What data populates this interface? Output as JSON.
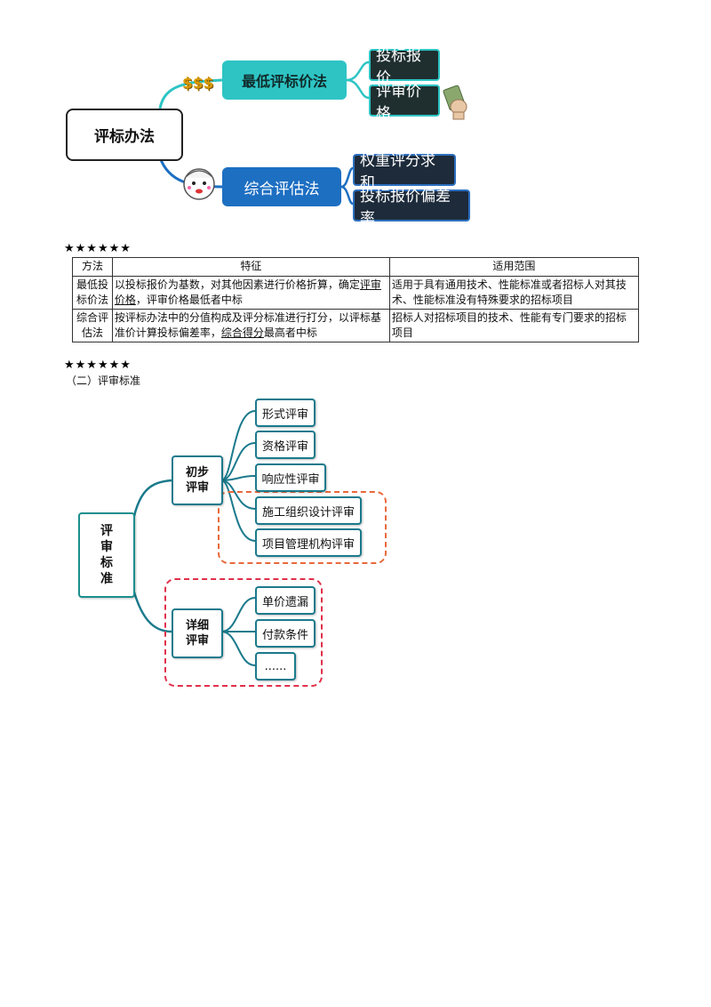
{
  "map1": {
    "root": "评标办法",
    "branch1": {
      "label": "最低评标价法",
      "leaves": [
        "投标报价",
        "评审价格"
      ],
      "decor": "$$$"
    },
    "branch2": {
      "label": "综合评估法",
      "leaves": [
        "权重评分求和",
        "投标报价偏差率"
      ]
    }
  },
  "stars1": "★★★★★★",
  "table": {
    "headers": [
      "方法",
      "特征",
      "适用范围"
    ],
    "rows": [
      {
        "method": "最低投标价法",
        "feature_pre": "以投标报价为基数，对其他因素进行价格折算，确定",
        "feature_ul": "评审价格",
        "feature_post": "，评审价格最低者中标",
        "scope": "适用于具有通用技术、性能标准或者招标人对其技术、性能标准没有特殊要求的招标项目"
      },
      {
        "method": "综合评估法",
        "feature_pre": "按评标办法中的分值构成及评分标准进行打分，以评标基准价计算投标偏差率，",
        "feature_ul": "综合得分",
        "feature_post": "最高者中标",
        "scope": "招标人对招标项目的技术、性能有专门要求的招标项目"
      }
    ]
  },
  "stars2": "★★★★★★",
  "subhead": "（二）评审标准",
  "map2": {
    "root": [
      "评",
      "审",
      "标",
      "准"
    ],
    "branch1": {
      "label": [
        "初步",
        "评审"
      ],
      "leaves": [
        "形式评审",
        "资格评审",
        "响应性评审",
        "施工组织设计评审",
        "项目管理机构评审"
      ]
    },
    "branch2": {
      "label": [
        "详细",
        "评审"
      ],
      "leaves": [
        "单价遗漏",
        "付款条件",
        "......"
      ]
    }
  },
  "colors": {
    "teal": "#2ec4c4",
    "blue": "#1d6fc2",
    "dark": "#1f2f30",
    "orange_dash": "#e8683a",
    "red_dash": "#e0304a"
  }
}
